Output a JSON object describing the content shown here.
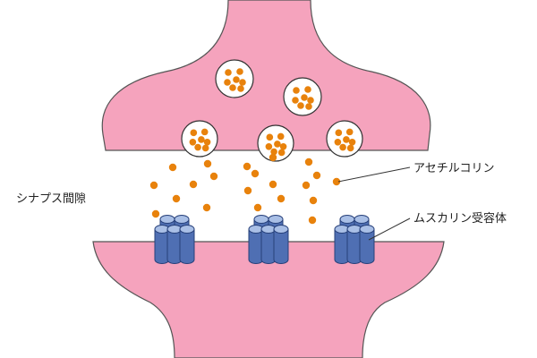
{
  "labels": {
    "cleft": "シナプス間隙",
    "acetylcholine": "アセチルコリン",
    "receptor": "ムスカリン受容体"
  },
  "colors": {
    "membrane": "#f5a3bd",
    "membrane_outline": "#555555",
    "molecule": "#e8820c",
    "vesicle": "#ffffff",
    "receptor_fill": "#4f6fb3",
    "receptor_top": "#a9bfe6",
    "receptor_outline": "#27407a"
  }
}
